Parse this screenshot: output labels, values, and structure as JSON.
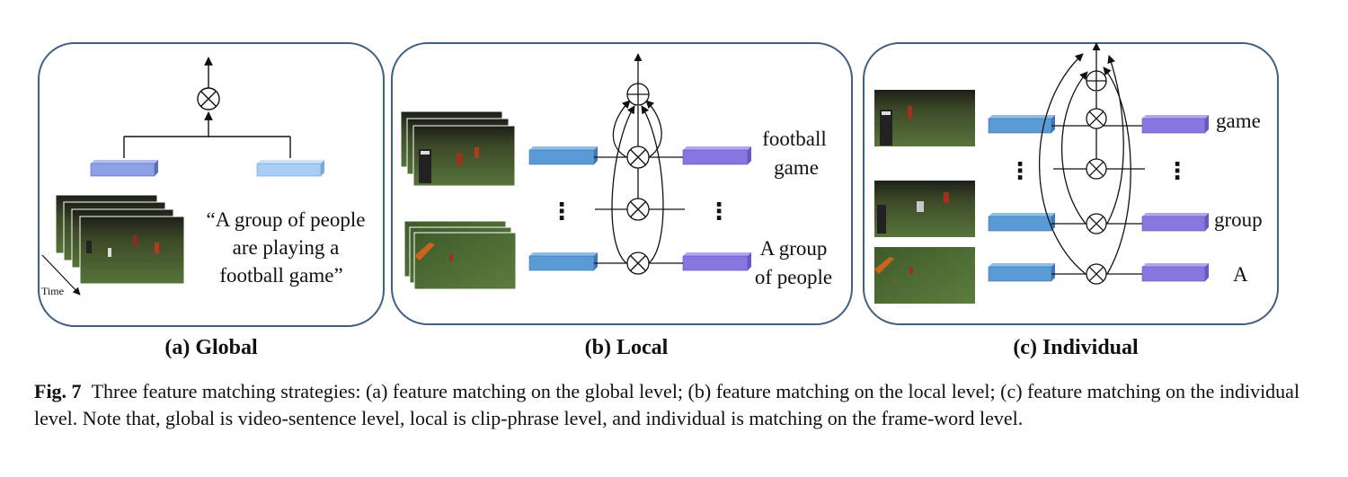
{
  "panels": {
    "global": {
      "label": "(a) Global",
      "sentence": [
        "“A group of people",
        "are playing a",
        "football game”"
      ],
      "time_label": "Time"
    },
    "local": {
      "label": "(b) Local",
      "phrase_top": [
        "football",
        "game"
      ],
      "phrase_bottom": [
        "A group",
        "of people"
      ],
      "ellipsis": "⋮"
    },
    "individual": {
      "label": "(c) Individual",
      "words": [
        "game",
        "group",
        "A"
      ],
      "ellipsis": "⋮"
    }
  },
  "caption": {
    "fig_label": "Fig. 7",
    "text": "Three feature matching strategies: (a) feature matching on the global level; (b) feature matching on the local level; (c) feature matching on the individual level. Note that, global is video-sentence level, local is clip-phrase level, and individual is matching on the frame-word level."
  },
  "colors": {
    "panel_border": "#3f5f85",
    "video_feature": "#5b9bd5",
    "text_feature": "#8877e0",
    "global_video_feature": "#8da0e6",
    "global_text_feature": "#a7cdf2",
    "field_green": "#4e6a30"
  }
}
